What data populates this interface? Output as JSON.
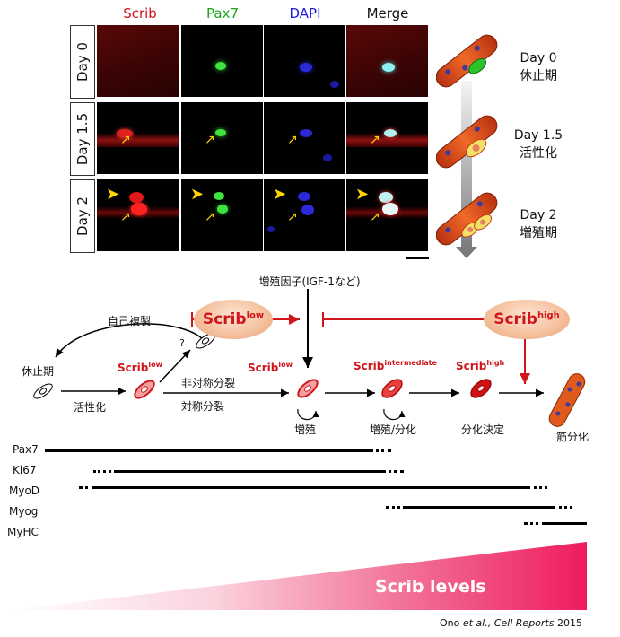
{
  "panel_headers": [
    {
      "label": "Scrib",
      "color": "#d0161b"
    },
    {
      "label": "Pax7",
      "color": "#1aa51a"
    },
    {
      "label": "DAPI",
      "color": "#1c1cd8"
    },
    {
      "label": "Merge",
      "color": "#111111"
    }
  ],
  "rows": [
    "Day 0",
    "Day 1.5",
    "Day 2"
  ],
  "fiber_stages": [
    {
      "day": "Day 0",
      "jp": "休止期"
    },
    {
      "day": "Day 1.5",
      "jp": "活性化"
    },
    {
      "day": "Day 2",
      "jp": "増殖期"
    }
  ],
  "diagram": {
    "growth_factor": "増殖因子(IGF-1など)",
    "self_renewal": "自己複製",
    "quiescent": "休止期",
    "activation": "活性化",
    "asymmetric": "非対称分裂",
    "symmetric": "対称分裂",
    "question": "?",
    "scrib_base": "Scrib",
    "sup_low": "low",
    "sup_intermediate": "intermediate",
    "sup_high": "high",
    "proliferation": "増殖",
    "prolif_diff": "増殖/分化",
    "commitment": "分化決定",
    "myogenesis": "筋分化"
  },
  "markers": [
    "Pax7",
    "Ki67",
    "MyoD",
    "Myog",
    "MyHC"
  ],
  "gradient_label": "Scrib levels",
  "citation": {
    "authors": "Ono ",
    "etal": "et al., ",
    "journal": "Cell Reports",
    "year": " 2015"
  },
  "colors": {
    "scrib_red": "#d0161b",
    "pax7_green": "#1aa51a",
    "dapi_blue": "#1c1cd8",
    "gradient_end": "#ee1c5e"
  }
}
